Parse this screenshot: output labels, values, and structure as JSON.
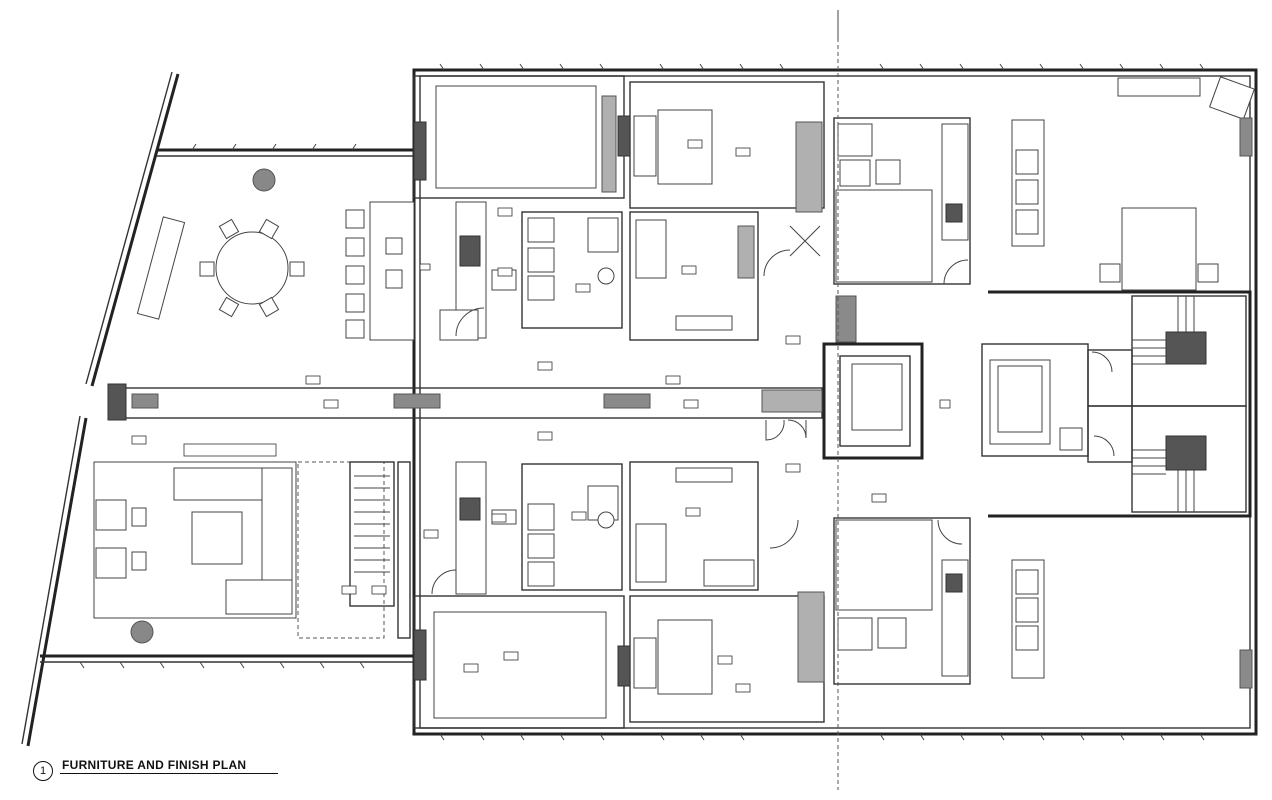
{
  "title": {
    "number": "1",
    "text": "FURNITURE AND FINISH PLAN"
  },
  "colors": {
    "ink": "#222222",
    "fill_grey": "#8a8a8a",
    "fill_light": "#b0b0b0"
  },
  "icons": [
    "column-circle",
    "door-swing-arc",
    "stair-treads",
    "elevator-core"
  ]
}
